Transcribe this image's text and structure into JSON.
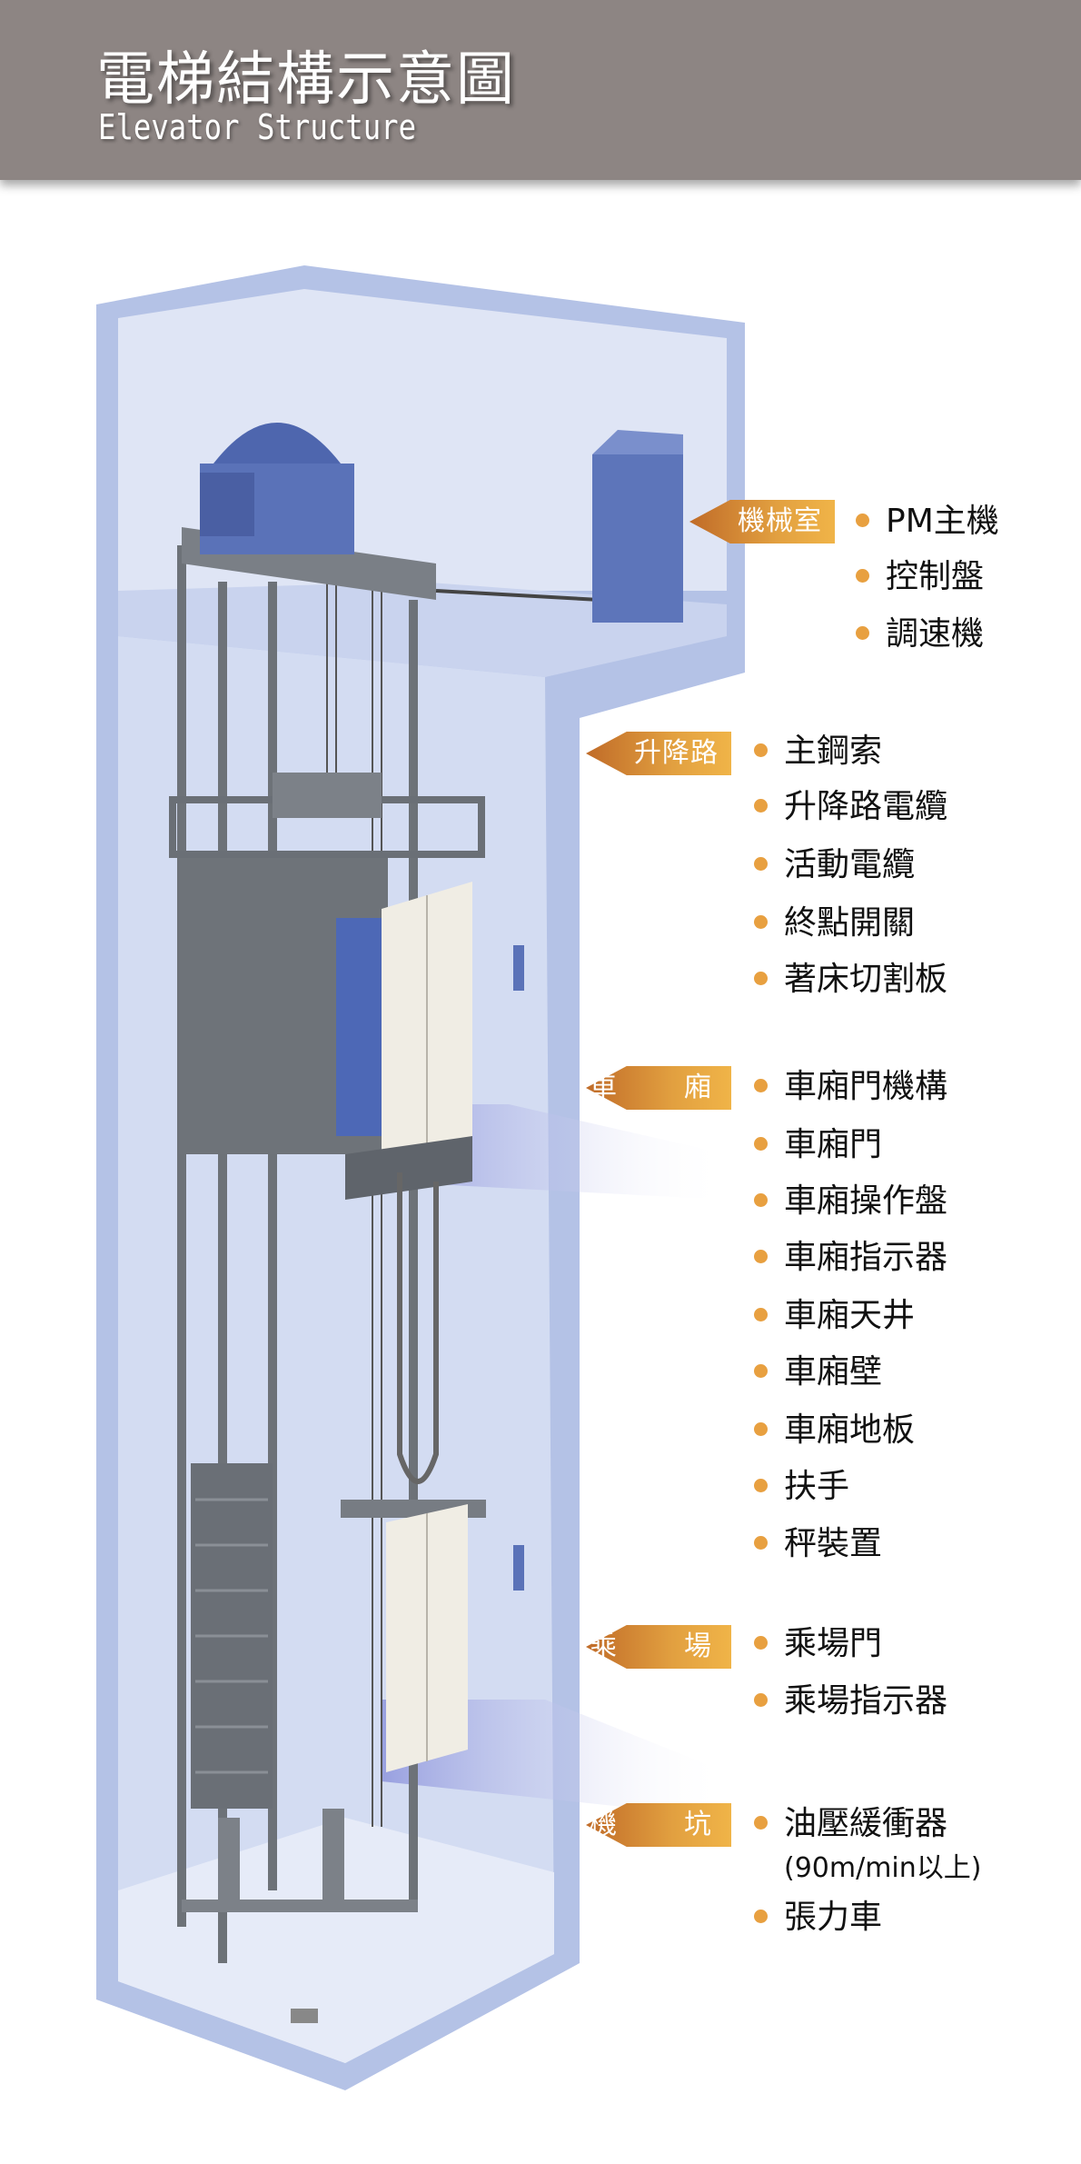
{
  "header": {
    "title": "電梯結構示意圖",
    "subtitle": "Elevator Structure"
  },
  "colors": {
    "header_bg": "#8d8583",
    "tag_orange": "#e2a040",
    "bullet": "#e8a040",
    "shaft_blue": "#b4c2e6",
    "machine_blue": "#5a72b8"
  },
  "sections": [
    {
      "tag": "機械室",
      "items": [
        "PM主機",
        "控制盤",
        "調速機"
      ]
    },
    {
      "tag": "升降路",
      "items": [
        "主鋼索",
        "升降路電纜",
        "活動電纜",
        "終點開關",
        "著床切割板"
      ]
    },
    {
      "tag": "車　廂",
      "items": [
        "車廂門機構",
        "車廂門",
        "車廂操作盤",
        "車廂指示器",
        "車廂天井",
        "車廂壁",
        "車廂地板",
        "扶手",
        "秤裝置"
      ]
    },
    {
      "tag": "乘　場",
      "items": [
        "乘場門",
        "乘場指示器"
      ]
    },
    {
      "tag": "機　坑",
      "items": [
        "油壓緩衝器",
        "張力車"
      ],
      "note": "(90m/min以上)"
    }
  ]
}
